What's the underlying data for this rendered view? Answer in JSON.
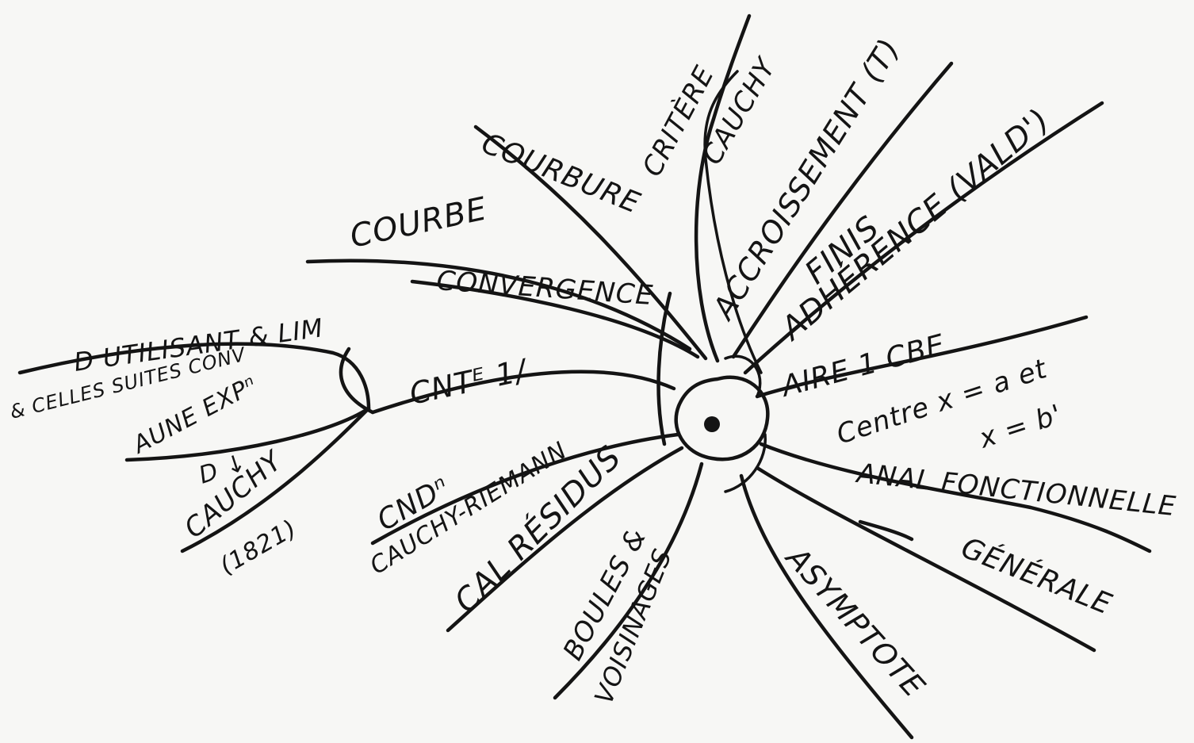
{
  "mindmap": {
    "center": {
      "label": ""
    },
    "branches": {
      "critere": "CRITÈRE",
      "cauchy_top": "CAUCHY",
      "accroissement": "ACCROISSEMENT (T)",
      "finis": "FINIS",
      "adherence": "ADHÉRENCE (VALD')",
      "aire": "AIRE 1 CBE",
      "centre": "Centre x = a et",
      "centre2": "x = b'",
      "anal": "ANAL FONCTIONNELLE",
      "generale": "GÉNÉRALE",
      "asymptote": "ASYMPTOTE",
      "boules": "BOULES &",
      "voisinages": "VOISINAGES",
      "cal_residus": "CAL RÉSIDUS",
      "cauchy_riemann": "CAUCHY-RIEMANN",
      "condn": "CNDⁿ",
      "cnte": "CNTᴱ 1/",
      "courbe": "COURBE",
      "courbure": "COURBURE",
      "convergence": "CONVERGENCE",
      "d_utilisant": "D UTILISANT & LIM",
      "celles_suites": "& CELLES SUITES CONV",
      "aune_exp": "AUNE EXPⁿ",
      "d_cauchy_top": "D ↓",
      "cauchy_left": "CAUCHY",
      "year": "(1821)"
    }
  }
}
